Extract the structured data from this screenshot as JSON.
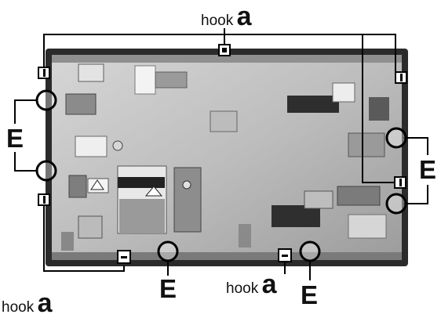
{
  "labels": {
    "hook_word": "hook",
    "hook_letter": "a",
    "e_letter": "E"
  },
  "colors": {
    "plate_light": "#c9c9c9",
    "plate_mid": "#a9a9a9",
    "plate_dark": "#6e6e6e",
    "frame": "#2b2b2b",
    "callout": "#000000"
  }
}
